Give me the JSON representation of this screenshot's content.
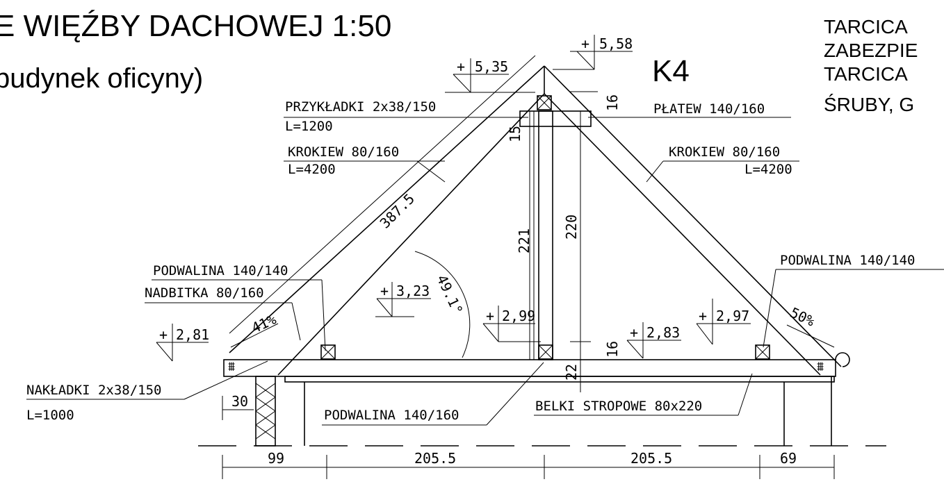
{
  "title": {
    "line1": "E WIĘŹBY DACHOWEJ  1:50",
    "line2": "budynek oficyny)"
  },
  "truss_id": "K4",
  "side_notes": [
    "TARCICA",
    "ZABEZPIE",
    "TARCICA",
    "ŚRUBY, G"
  ],
  "labels": {
    "przykladki": "PRZYKŁADKI 2x38/150",
    "przykladki_len": "L=1200",
    "krokiew_left": "KROKIEW 80/160",
    "krokiew_left_len": "L=4200",
    "platew": "PŁATEW 140/160",
    "krokiew_right": "KROKIEW 80/160",
    "krokiew_right_len": "L=4200",
    "podwalina_left": "PODWALINA 140/140",
    "nadbitka": "NADBITKA 80/160",
    "podwalina_right": "PODWALINA 140/140",
    "nakladki": "NAKŁADKI 2x38/150",
    "nakladki_len": "L=1000",
    "podwalina_bottom": "PODWALINA 140/160",
    "belki": "BELKI STROPOWE 80x220"
  },
  "levels": {
    "l558": "5,58",
    "l535": "5,35",
    "l323": "3,23",
    "l299": "2,99",
    "l283": "2,83",
    "l297": "2,97",
    "l281": "2,81"
  },
  "dimensions": {
    "rafter": "387.5",
    "angle": "49.1°",
    "h221": "221",
    "h220": "220",
    "d16a": "16",
    "d16b": "16",
    "d15": "15",
    "d22": "22",
    "d30": "30",
    "slope_left": "41%",
    "slope_right": "50%",
    "span_99": "99",
    "span_205a": "205.5",
    "span_205b": "205.5",
    "span_69": "69"
  },
  "plus_sign": "+"
}
